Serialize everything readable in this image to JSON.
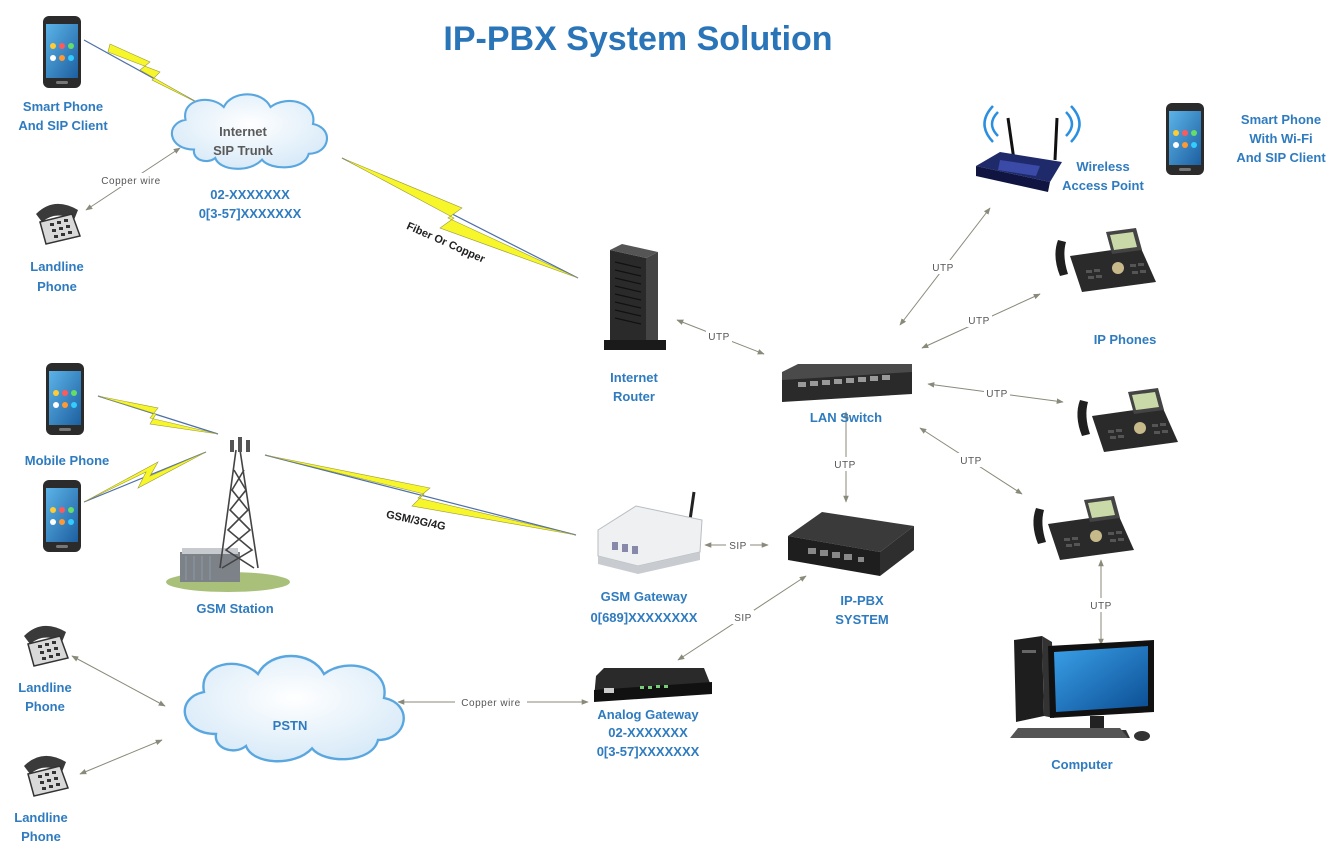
{
  "title": "IP-PBX System Solution",
  "nodes": {
    "smartphone_sip": [
      "Smart Phone",
      "And SIP Client"
    ],
    "landline_top": [
      "Landline",
      "Phone"
    ],
    "internet_sip_trunk": [
      "Internet",
      "SIP Trunk"
    ],
    "sip_trunk_numbers": [
      "02-XXXXXXX",
      "0[3-57]XXXXXXX"
    ],
    "mobile_phone": [
      "Mobile Phone"
    ],
    "gsm_station": [
      "GSM Station"
    ],
    "landline_mid": [
      "Landline",
      "Phone"
    ],
    "landline_bottom": [
      "Landline",
      "Phone"
    ],
    "pstn": [
      "PSTN"
    ],
    "internet_router": [
      "Internet",
      "Router"
    ],
    "lan_switch": [
      "LAN Switch"
    ],
    "gsm_gateway": [
      "GSM Gateway",
      "0[689]XXXXXXXX"
    ],
    "ip_pbx": [
      "IP-PBX",
      "SYSTEM"
    ],
    "analog_gateway": [
      "Analog Gateway",
      "02-XXXXXXX",
      "0[3-57]XXXXXXX"
    ],
    "wireless_ap": [
      "Wireless",
      "Access Point"
    ],
    "smartphone_wifi": [
      "Smart Phone",
      "With Wi-Fi",
      "And SIP Client"
    ],
    "ip_phones": [
      "IP Phones"
    ],
    "computer": [
      "Computer"
    ]
  },
  "connections": {
    "copper_wire_top": "Copper wire",
    "fiber_or_copper": "Fiber Or Copper",
    "gsm_link": "GSM/3G/4G",
    "utp_router_switch": "UTP",
    "utp_switch_pbx": "UTP",
    "utp_switch_ap": "UTP",
    "utp_switch_phone1": "UTP",
    "utp_switch_phone2": "UTP",
    "utp_switch_phone3": "UTP",
    "utp_phone_computer": "UTP",
    "sip_gsm_pbx": "SIP",
    "sip_analog_pbx": "SIP",
    "copper_wire_pstn": "Copper wire"
  },
  "colors": {
    "title": "#2a74b8",
    "label": "#2e7bbf",
    "lightning": "#f6f62a",
    "cloud_fill": "#e6f2fb",
    "cloud_stroke": "#5aa7e0",
    "device_dark": "#2b2b2b"
  },
  "icons": {
    "phone": "smartphone-icon",
    "landline": "landline-phone-icon",
    "cloud": "cloud-icon",
    "tower": "cell-tower-icon",
    "router": "router-icon",
    "switch": "switch-icon",
    "gateway": "gateway-icon",
    "pbx": "pbx-icon",
    "ap": "wireless-ap-icon",
    "ipphone": "ip-phone-icon",
    "computer": "computer-icon"
  }
}
